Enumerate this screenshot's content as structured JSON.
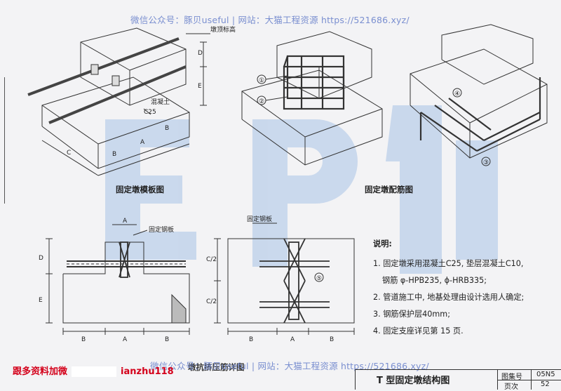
{
  "watermark": {
    "top": "微信公众号：豚贝useful | 网站：大猫工程资源 https://521686.xyz/",
    "bottom": "微信公众号：豚贝useful | 网站：大猫工程资源 https://521686.xyz/"
  },
  "drawings": {
    "formwork": {
      "caption": "固定墩模板图",
      "top_label": "墩顶标高",
      "concrete_label": "混凝土",
      "concrete_grade": "C25",
      "dim_labels": [
        "D",
        "E",
        "B",
        "A",
        "B",
        "C"
      ]
    },
    "rebar": {
      "caption": "固定墩配筋图",
      "markers": [
        "①",
        "②",
        "③",
        "④"
      ]
    },
    "section": {
      "plate_label": "固定钢板",
      "dim_top": "A",
      "dim_labels": [
        "D",
        "E",
        "B",
        "A",
        "B"
      ]
    },
    "plan": {
      "plate_label": "固定钢板",
      "dim_labels": [
        "C/2",
        "C/2",
        "B",
        "A",
        "B"
      ],
      "marker": "⑤"
    },
    "bottom_caption": "墩抗挤压筋详图"
  },
  "notes": {
    "heading": "说明:",
    "items": [
      "1. 固定墩采用混凝土C25, 垫层混凝土C10,",
      "钢筋 φ-HPB235, ϕ-HRB335;",
      "2. 管道施工中, 地基处理由设计选用人确定;",
      "3. 钢筋保护层40mm;",
      "4. 固定支座详见第 15 页."
    ]
  },
  "promo": {
    "text": "跟多资料加微",
    "wechat": "ianzhu118"
  },
  "title_block": {
    "title": "T 型固定墩结构图",
    "atlas_label": "图集号",
    "atlas_no": "05N5",
    "page_label": "页次",
    "page_no": "52"
  },
  "colors": {
    "watermark": "#7a8fd0",
    "promo": "#d4001a",
    "logo_tint": "#a8c3e6"
  }
}
